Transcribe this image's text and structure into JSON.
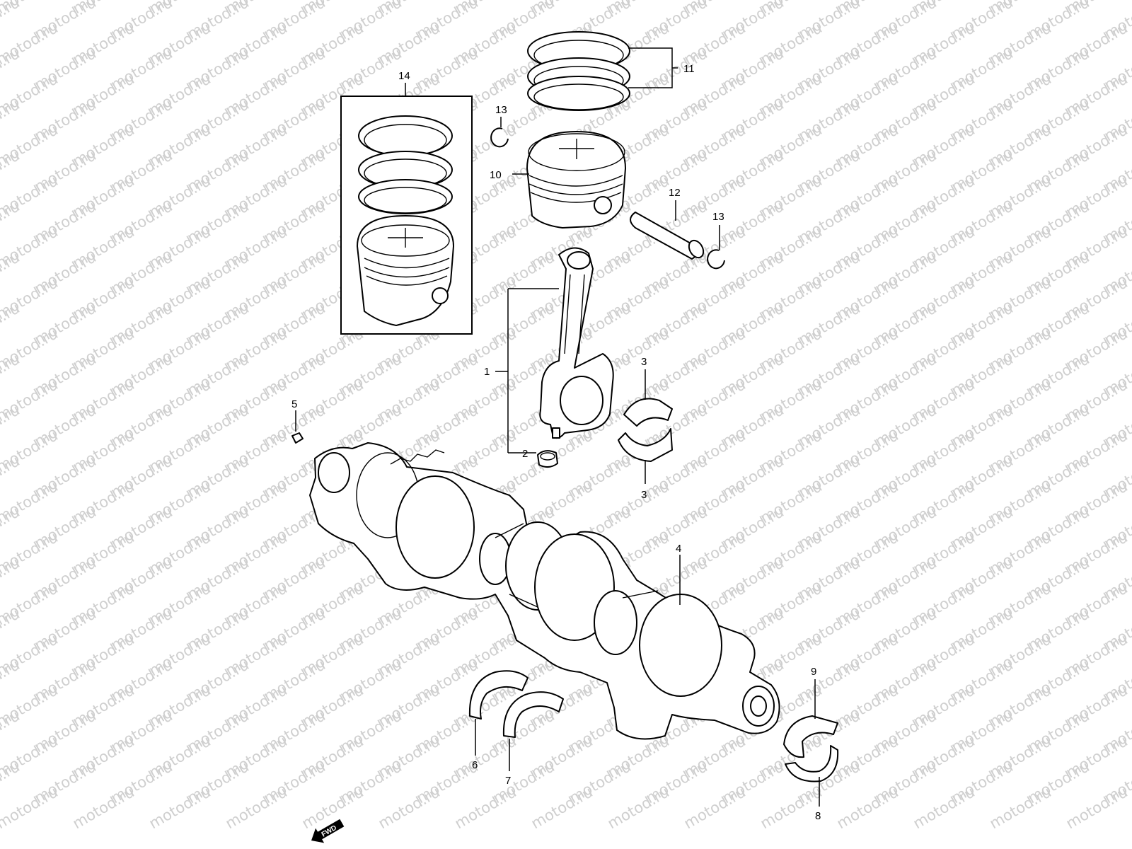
{
  "watermark": {
    "text": "motod.ru",
    "color": "#cfcfcf"
  },
  "callouts": [
    {
      "id": "1",
      "label": "1"
    },
    {
      "id": "2",
      "label": "2"
    },
    {
      "id": "3a",
      "label": "3"
    },
    {
      "id": "3b",
      "label": "3"
    },
    {
      "id": "4",
      "label": "4"
    },
    {
      "id": "5",
      "label": "5"
    },
    {
      "id": "6",
      "label": "6"
    },
    {
      "id": "7",
      "label": "7"
    },
    {
      "id": "8",
      "label": "8"
    },
    {
      "id": "9",
      "label": "9"
    },
    {
      "id": "10",
      "label": "10"
    },
    {
      "id": "11",
      "label": "11"
    },
    {
      "id": "12",
      "label": "12"
    },
    {
      "id": "13a",
      "label": "13"
    },
    {
      "id": "13b",
      "label": "13"
    },
    {
      "id": "14",
      "label": "14"
    }
  ],
  "fwd_badge": {
    "label": "FWD",
    "icon": "fwd-arrow-icon"
  }
}
